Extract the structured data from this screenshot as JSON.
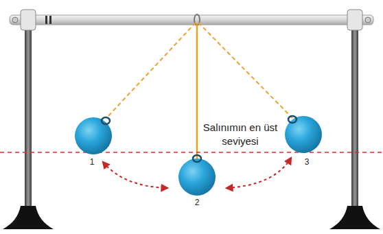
{
  "diagram": {
    "labels": [
      "1",
      "2",
      "3",
      "Salınımın en üst seviyesi"
    ]
  }
}
